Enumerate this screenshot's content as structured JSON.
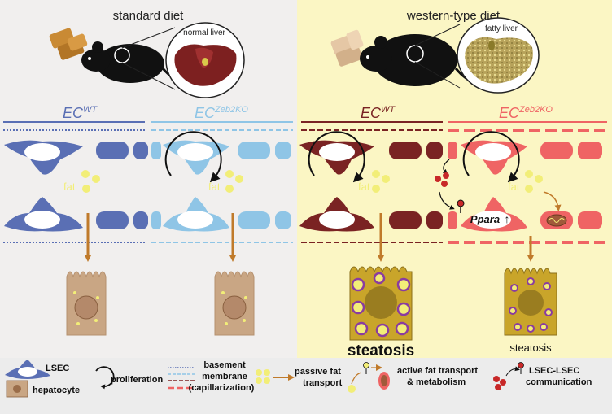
{
  "panels": {
    "left_title": "standard diet",
    "right_title": "western-type diet"
  },
  "liver_labels": {
    "normal": "normal liver",
    "fatty": "fatty liver"
  },
  "columns": [
    {
      "base": "EC",
      "sup": "WT"
    },
    {
      "base": "EC",
      "sup": "Zeb2KO"
    },
    {
      "base": "EC",
      "sup": "WT"
    },
    {
      "base": "EC",
      "sup": "Zeb2KO"
    }
  ],
  "cell_labels": {
    "fat": "fat",
    "ppara": "Ppara",
    "up_arrow": "↑"
  },
  "outcomes": {
    "steatosis_strong": "steatosis",
    "steatosis_mild": "steatosis"
  },
  "legend": {
    "lsec": "LSEC",
    "hepatocyte": "hepatocyte",
    "proliferation": "proliferation",
    "basement_1": "basement",
    "basement_2": "membrane",
    "basement_3": "(capillarization)",
    "passive_1": "passive fat",
    "passive_2": "transport",
    "active_1": "active fat transport",
    "active_2": "& metabolism",
    "lsec_comm_1": "LSEC-LSEC",
    "lsec_comm_2": "communication"
  },
  "colors": {
    "left_bg": "#f1efee",
    "right_bg": "#fbf6c4",
    "legend_bg": "#ececec",
    "ec_wt_standard": "#5a6fb4",
    "ec_ko_standard": "#8fc5e6",
    "ec_wt_western": "#7a2323",
    "ec_ko_western": "#ef6464",
    "fat": "#f2ee78",
    "arrow": "#c07a2a",
    "hepatocyte": "#c9a684",
    "hepatocyte_western": "#c9a52a",
    "lipid_ring": "#8a3ca0"
  }
}
